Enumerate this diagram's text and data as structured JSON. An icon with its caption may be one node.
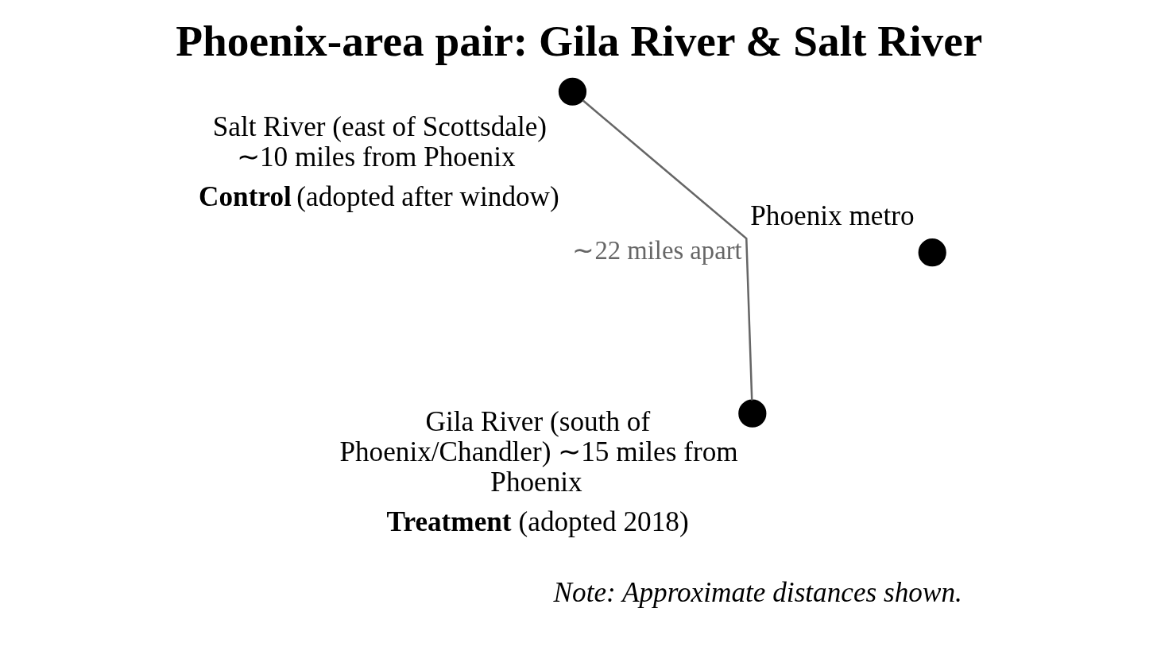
{
  "diagram": {
    "title": "Phoenix-area pair: Gila River & Salt River",
    "nodes": [
      {
        "text": [],
        "shape": "circle",
        "beside": [
          "Salt River (east of Scottsdale) ∼10 miles from Phoenix",
          "**Control** (adopted after window)"
        ]
      },
      {
        "text": [],
        "shape": "circle",
        "beside": [
          "Phoenix metro"
        ]
      },
      {
        "text": [],
        "shape": "circle",
        "beside": [
          "Gila River (south of Phoenix/Chandler) ∼15 miles from Phoenix",
          "**Treatment** (adopted 2018)"
        ]
      }
    ],
    "edges": [
      {
        "from": 2,
        "to": 0,
        "arrow": "none",
        "label": "∼22 miles apart",
        "color": "#666666"
      }
    ],
    "labels": [
      "Note: Approximate distances shown."
    ]
  }
}
